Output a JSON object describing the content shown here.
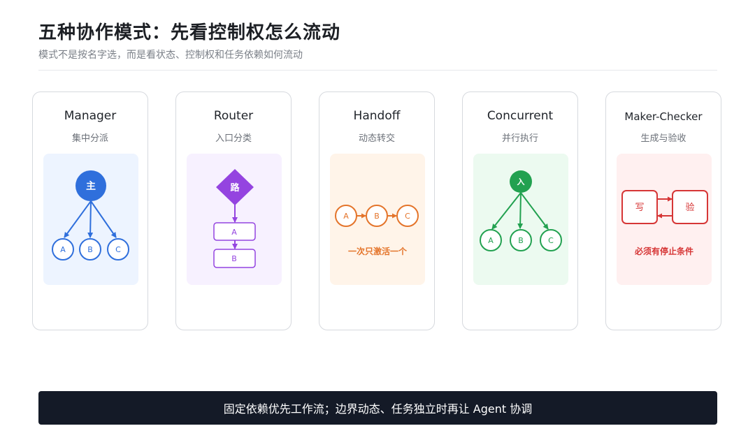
{
  "header": {
    "title": "五种协作模式：先看控制权怎么流动",
    "subtitle": "模式不是按名字选，而是看状态、控制权和任务依赖如何流动"
  },
  "colors": {
    "manager": "#2f6fdc",
    "router": "#9444e0",
    "handoff": "#e4742a",
    "concurrent": "#22a150",
    "maker_checker": "#d63636"
  },
  "cards": [
    {
      "name": "Manager",
      "desc": "集中分派",
      "hub": "主",
      "nodes": [
        "A",
        "B",
        "C"
      ]
    },
    {
      "name": "Router",
      "desc": "入口分类",
      "hub": "路",
      "nodes": [
        "A",
        "B"
      ]
    },
    {
      "name": "Handoff",
      "desc": "动态转交",
      "nodes": [
        "A",
        "B",
        "C"
      ],
      "note": "一次只激活一个"
    },
    {
      "name": "Concurrent",
      "desc": "并行执行",
      "hub": "入",
      "nodes": [
        "A",
        "B",
        "C"
      ]
    },
    {
      "name": "Maker-Checker",
      "desc": "生成与验收",
      "nodes": [
        "写",
        "验"
      ],
      "note": "必须有停止条件"
    }
  ],
  "footer": {
    "text": "固定依赖优先工作流；边界动态、任务独立时再让 Agent 协调"
  }
}
